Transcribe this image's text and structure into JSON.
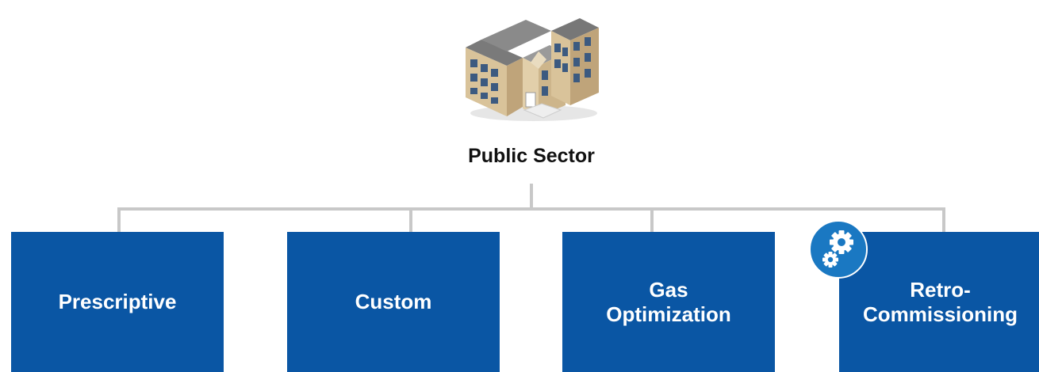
{
  "diagram": {
    "root": {
      "label": "Public Sector",
      "icon": "building-icon"
    },
    "children": [
      {
        "label_lines": [
          "Prescriptive"
        ]
      },
      {
        "label_lines": [
          "Custom"
        ]
      },
      {
        "label_lines": [
          "Gas",
          "Optimization"
        ]
      },
      {
        "label_lines": [
          "Retro-",
          "Commissioning"
        ],
        "badge_icon": "gears-icon"
      }
    ],
    "colors": {
      "box": "#0a56a4",
      "badge": "#1a78c2",
      "connector": "#c8c8c8"
    }
  }
}
